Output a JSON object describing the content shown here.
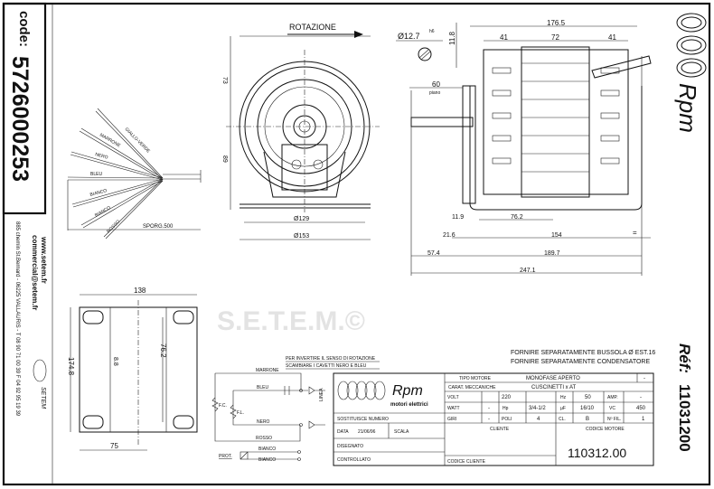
{
  "code": {
    "label": "code:",
    "value": "5726000253"
  },
  "company": {
    "website": "www.setem.fr",
    "email": "commercial@setem.fr",
    "address": "885 chemin St.Bernard  -  06225 VALLAURIS  -  T 08 90 71 00 39  F 04 92 95 19 39",
    "logo_text": "SETEM"
  },
  "watermark": "S.E.T.E.M.©",
  "brand": {
    "name": "Rpm",
    "subtitle": "motori elettrici"
  },
  "reference": {
    "label": "Réf:",
    "value": "11031200"
  },
  "front_view": {
    "rotation_label": "ROTAZIONE",
    "dims": {
      "top_height": "73",
      "lower_height": "89",
      "inner_diameter": "Ø129",
      "outer_diameter": "Ø153"
    }
  },
  "wires": {
    "labels": [
      "GIALLO-VERDE",
      "MARRONE",
      "NERO",
      "BLEU",
      "BIANCO",
      "BIANCO",
      "ROSSO"
    ],
    "length_label": "SPORG.500"
  },
  "side_view": {
    "shaft_diameter": "Ø12.7",
    "shaft_tolerance": "h6",
    "flat_depth": "11.8",
    "overall_width": "176.5",
    "seg_left": "41",
    "seg_mid": "72",
    "seg_right": "41",
    "shaft_flat": "60",
    "shaft_flat_label": "piano",
    "dim_11_9": "11.9",
    "dim_76_2": "76.2",
    "dim_21_6": "21.6",
    "dim_154": "154",
    "equal_sign": "=",
    "dim_57_4": "57.4",
    "dim_189_7": "189.7",
    "dim_247_1": "247.1"
  },
  "base_view": {
    "width": "138",
    "height": "174.8",
    "slot_spacing": "76.2",
    "slot_offset": "8.8",
    "half_width": "75"
  },
  "wiring": {
    "note_line1": "PER INVERTIRE IL SENSO DI ROTAZIONE",
    "note_line2": "SCAMBIARE I CAVETTI NERO E BLEU",
    "marrone": "MARRONE",
    "bleu": "BLEU",
    "nero": "NERO",
    "rosso": "ROSSO",
    "fc": "F.C.",
    "fl": "F.L.",
    "linea": "LINEA",
    "prot": "PROT.",
    "bianco1": "BIANCO",
    "bianco2": "BIANCO"
  },
  "notes": {
    "line1": "FORNIRE SEPARATAMENTE BUSSOLA Ø EST.16",
    "line2": "FORNIRE SEPARATAMENTE CONDENSATORE"
  },
  "title_block": {
    "tipo_motore_label": "TIPO MOTORE",
    "tipo_motore": "MONOFASE APERTO",
    "tipo_extra": "-",
    "carat_label": "CARAT. MECCANICHE",
    "carat": "CUSCINETTI x AT",
    "volt_label": "VOLT",
    "volt": "220",
    "hz_label": "Hz",
    "hz": "50",
    "amp_label": "AMP.",
    "amp": "-",
    "watt_label": "WATT",
    "watt": "-",
    "hp_label": "Hp",
    "hp": "3/4-1/2",
    "uf_label": "µF",
    "uf": "16/10",
    "vc_label": "VC",
    "vc": "450",
    "giri_label": "GIRI",
    "giri": "-",
    "poli_label": "POLI",
    "poli": "4",
    "cl_label": "CL.",
    "cl": "B",
    "fil_label": "Nº FIL.",
    "fil": "1",
    "sostituisce_label": "SOSTITUISCE NUMERO",
    "data_label": "DATA",
    "data": "21/06/96",
    "scala_label": "SCALA",
    "disegnato_label": "DISEGNATO",
    "controllato_label": "CONTROLLATO",
    "cliente_label": "CLIENTE",
    "codice_cliente_label": "CODICE CLIENTE",
    "codice_motore_label": "CODICE MOTORE",
    "codice_motore": "110312.00"
  }
}
